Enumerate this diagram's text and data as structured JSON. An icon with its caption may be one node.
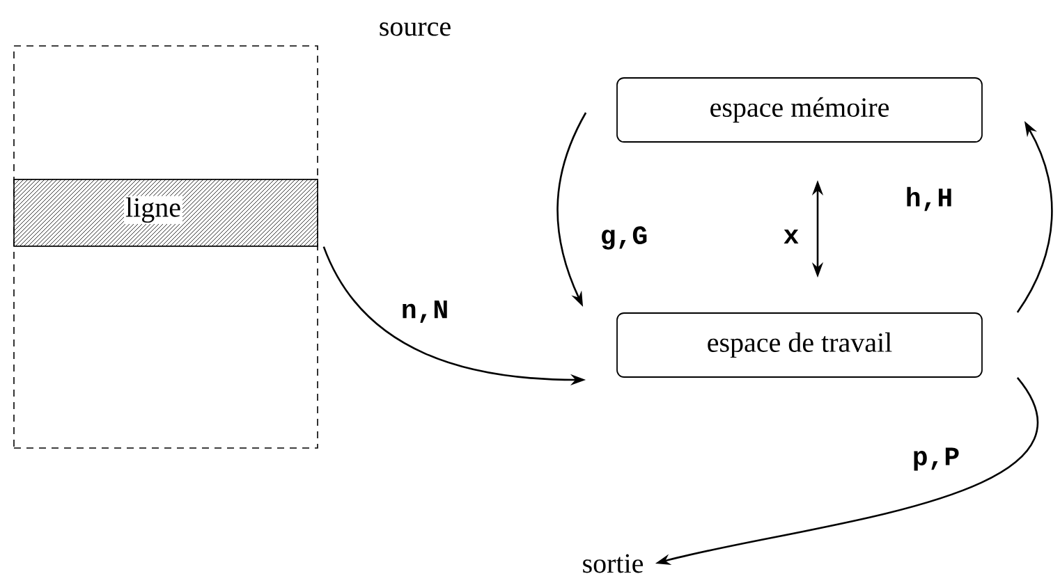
{
  "diagram": {
    "nodes": [
      {
        "text": [
          "source"
        ]
      },
      {
        "text": [
          "ligne"
        ],
        "in": 0
      },
      {
        "text": [
          "espace mémoire"
        ]
      },
      {
        "text": [
          "espace de travail"
        ]
      },
      {
        "text": [
          "sortie"
        ]
      }
    ],
    "edges": [
      {
        "from": 1,
        "to": 3,
        "arrow": "to",
        "label": "n,N"
      },
      {
        "from": 2,
        "to": 3,
        "arrow": "to",
        "label": "g,G"
      },
      {
        "from": 3,
        "to": 2,
        "arrow": "to",
        "label": "h,H"
      },
      {
        "from": 2,
        "to": 3,
        "arrow": "both",
        "label": "x"
      },
      {
        "from": 3,
        "to": 4,
        "arrow": "to",
        "label": "p,P"
      }
    ]
  }
}
